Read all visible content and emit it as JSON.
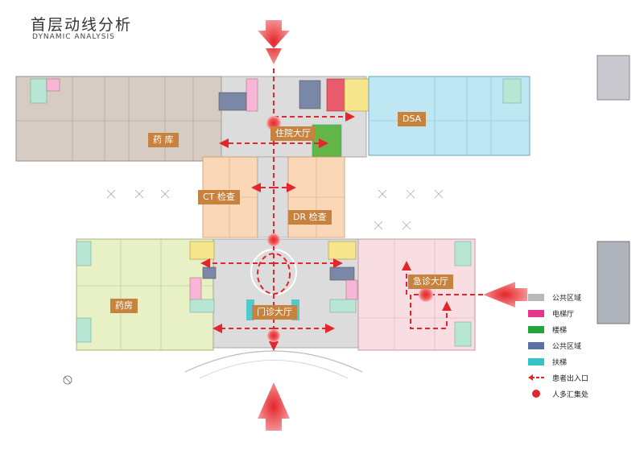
{
  "header": {
    "title": "首层动线分析",
    "subtitle": "DYNAMIC ANALYSIS"
  },
  "zones": {
    "pharmacy_store": "药 库",
    "inpatient_hall": "住院大厅",
    "dsa": "DSA",
    "ct": "CT 检查",
    "dr": "DR 检查",
    "pharmacy": "药房",
    "outpatient_hall": "门诊大厅",
    "emergency_hall": "急诊大厅"
  },
  "legend": [
    {
      "label": "公共区域",
      "color": "#b9b9b9"
    },
    {
      "label": "电梯厅",
      "color": "#e8368f"
    },
    {
      "label": "楼梯",
      "color": "#22a63c"
    },
    {
      "label": "公共区域",
      "color": "#5b6fa6"
    },
    {
      "label": "扶梯",
      "color": "#33c3c9"
    },
    {
      "label": "患者出入口",
      "color": "#e3262b"
    },
    {
      "label": "人多汇集处",
      "color": "#e3262b"
    }
  ],
  "colors": {
    "pharmacy_store": "#d6ccc4",
    "dsa": "#bfe6f3",
    "ct": "#f9d7b7",
    "pharmacy": "#e8f0c6",
    "emergency": "#f8dde2",
    "public": "#dcdcdc",
    "flow": "#e3262b",
    "tag": "#c7823e"
  }
}
